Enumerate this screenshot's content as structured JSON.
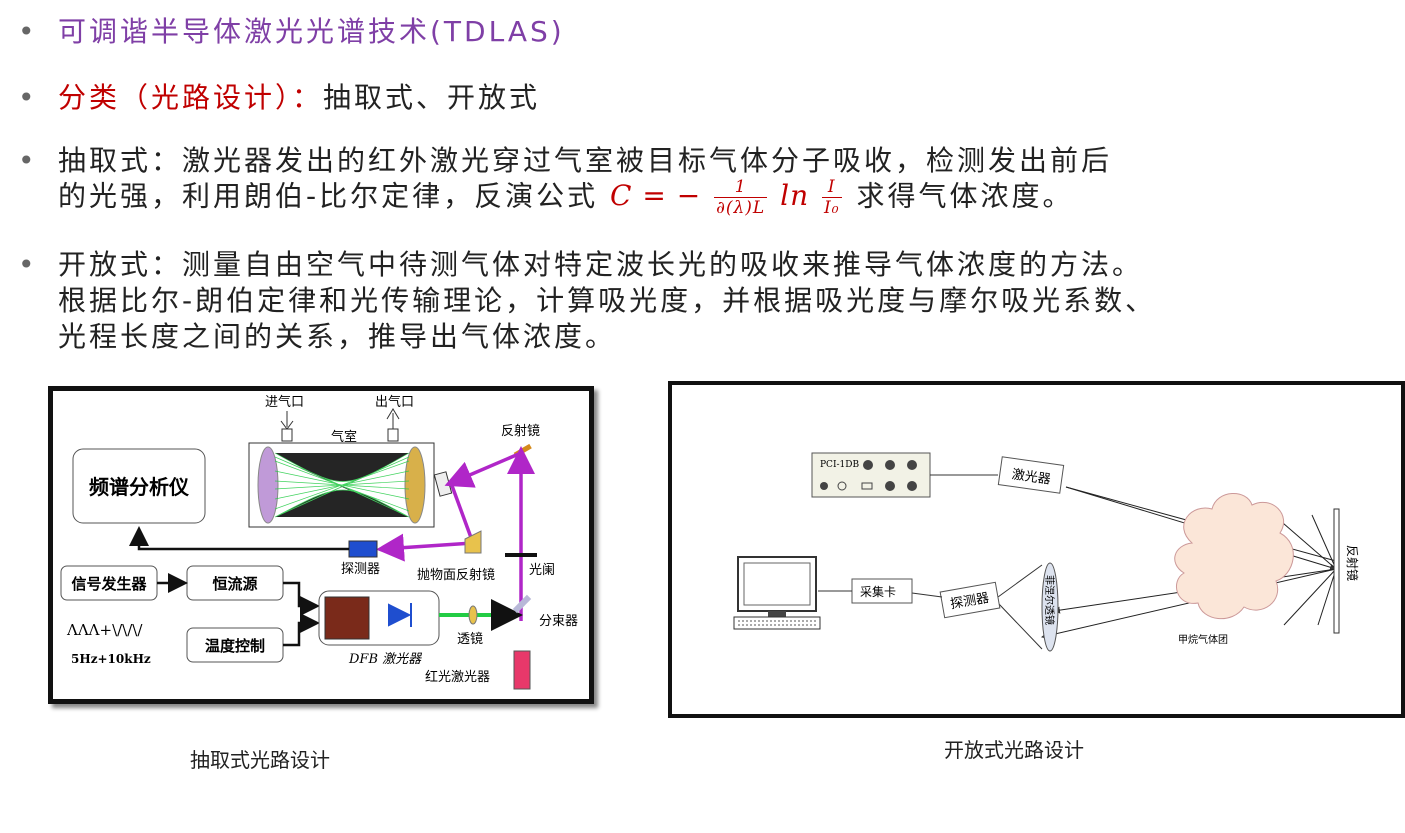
{
  "bullets": {
    "b1": {
      "dot": "•",
      "text": "可调谐半导体激光光谱技术(TDLAS)"
    },
    "b2": {
      "dot": "•",
      "text_red": "分类（光路设计）：",
      "text_dark": "抽取式、开放式"
    },
    "b3": {
      "dot": "•",
      "line1": "抽取式：激光器发出的红外激光穿过气室被目标气体分子吸收，检测发出前后",
      "line2_pre": "的光强，利用朗伯-比尔定律，反演公式",
      "line2_post": "求得气体浓度。",
      "formula": {
        "lhs": "C = −",
        "num1": "1",
        "den1": "∂(λ)L",
        "ln": "ln",
        "num2": "I",
        "den2": "I₀"
      }
    },
    "b4": {
      "dot": "•",
      "line1": "开放式：测量自由空气中待测气体对特定波长光的吸收来推导气体浓度的方法。",
      "line2": "根据比尔-朗伯定律和光传输理论，计算吸光度，并根据吸光度与摩尔吸光系数、",
      "line3": "光程长度之间的关系，推导出气体浓度。"
    }
  },
  "figure1": {
    "inlet": "进气口",
    "outlet": "出气口",
    "gas_cell": "气室",
    "mirror": "反射镜",
    "analyzer": "频谱分析仪",
    "detector": "探测器",
    "parabolic": "抛物面反射镜",
    "shutter": "光阑",
    "signal_gen": "信号发生器",
    "current_src": "恒流源",
    "temp_ctrl": "温度控制",
    "waveform": "ΛΛΛ+\\/\\/\\/",
    "freq": "5Hz+10kHz",
    "lens": "透镜",
    "splitter": "分束器",
    "dfb": "DFB 激光器",
    "red_laser": "红光激光器"
  },
  "figure2": {
    "pci": "PCI-1DB",
    "laser": "激光器",
    "acq": "采集卡",
    "detector": "探测器",
    "fresnel": "菲涅尔透镜",
    "cloud": "甲烷气体团",
    "reflector": "反射镜"
  },
  "captions": {
    "left": "抽取式光路设计",
    "right": "开放式光路设计"
  },
  "colors": {
    "purple": "#7f3fa6",
    "red": "#c00000",
    "beam": "#b026c8",
    "green": "#22cc44"
  }
}
